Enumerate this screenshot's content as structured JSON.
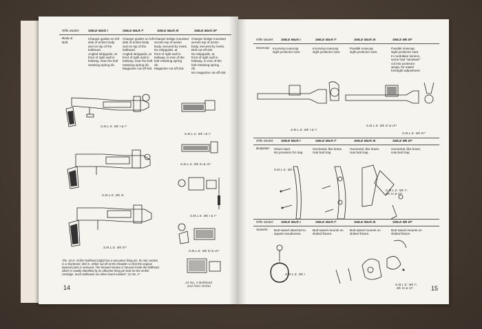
{
  "left": {
    "header": [
      "Rifle Model:",
      "SMLE Mark I",
      "SMLE Mark I*",
      "SMLE Mark III",
      "SMLE Mark III*"
    ],
    "row_label": [
      "Body &",
      "Bolt"
    ],
    "col1": [
      "Charger guides on left",
      "side of action body",
      "and on top of the",
      "bolthead.",
      "Angled stripguide, at",
      "front of right wall in",
      "boltway, near the bolt",
      "retaining spring rib."
    ],
    "col2": [
      "Charger guides on left",
      "side of action body",
      "and on top of the",
      "bolthead.",
      "Angled stripguide, at",
      "front of right wall in",
      "boltway, near the bolt",
      "retaining spring rib.",
      "Magazine cut-off slot.",
      "",
      "",
      ""
    ],
    "col3": [
      "Charger bridge mounted",
      "across top of action",
      "body, secured by rivets.",
      "No stripguide, at",
      "front of right wall in",
      "boltway, to rear of the",
      "bolt retaining spring",
      "rib.",
      "Magazine cut-off slot.",
      ""
    ],
    "col4": [
      "Charger bridge mounted",
      "across top of action",
      "body, secured by rivets.",
      "Bolt cut-off slot",
      "No stripguide, at",
      "front of right wall in",
      "boltway, to rear of the",
      "bolt retaining spring",
      "rib.",
      "No magazine cut-off slot.",
      "",
      ""
    ],
    "captions": [
      "S.M.L.E. Mk I & I*",
      "S.M.L.E. Mk III",
      "S.M.L.E. Mk III*",
      "S.M.L.E. Mk I & I*",
      "S.M.L.E. Mk III & III*",
      "S.M.L.E. Mk I & I*",
      "S.M.L.E. Mk III & III*",
      ".22 No. 2 Bolthead",
      "and front striker."
    ],
    "note": [
      "The .22 in. rimfire bolthead (right) has a two-piece firing pin. Its rear section",
      "is a shortened .303 in. striker cut off at the shoulder so that the original",
      "tapered point is removed. The forward section is housed inside the bolthead,",
      "which is readily identified by its offcentre firing pin hole for the rimfire",
      "cartridge. Such boltheads are often found marked \".22 No. 2\".",
      ""
    ],
    "page_number": "14"
  },
  "right": {
    "header": [
      "Rifle Model:",
      "SMLE Mark I",
      "SMLE Mark I*",
      "SMLE Mark III",
      "SMLE Mk III*"
    ],
    "nosecap": {
      "label": "Nosecap:",
      "col1": [
        "Incurving nosecap",
        "sight protector ears."
      ],
      "col2": [
        "Incurving nosecap",
        "sight protector ears."
      ],
      "col3": [
        "Parallel nosecap",
        "sight protector ears."
      ],
      "col4": [
        "Parallel nosecap",
        "sight protector ears.",
        "In Australian service,",
        "some had \"windows\"",
        "cut into protector",
        "wings, for easier",
        "foresight adjustment."
      ]
    },
    "buttplate": {
      "label": "Buttplate:",
      "col1": [
        "Sheet steel.",
        "No provision for trap."
      ],
      "col2": [
        "Gunmetal, like brass.",
        "Has butt trap."
      ],
      "col3": [
        "Gunmetal, like brass.",
        "Has butt trap."
      ],
      "col4": [
        "Gunmetal, like brass.",
        "Has butt trap."
      ]
    },
    "swivels": {
      "label": "Swivels:",
      "col1": [
        "Butt swivel attached to",
        "square woodscrew."
      ],
      "col2": [
        "Butt swivel mounts on",
        "slotted fixture."
      ],
      "col3": [
        "Butt swivel mounts on",
        "slotted fixture."
      ],
      "col4": [
        "Butt swivel mounts on",
        "slotted fixture."
      ]
    },
    "captions": [
      "S.M.L.E. Mk I & I*",
      "S.M.L.E. Mk III & III*",
      "S.M.L.E. Mk III*",
      "S.M.L.E. Mk I",
      "S.M.L.E. Mk I*,",
      "Mk III & III*",
      "S.M.L.E. Mk I",
      "S.M.L.E. Mk I*,",
      "Mk III & III*"
    ],
    "page_number": "15"
  }
}
